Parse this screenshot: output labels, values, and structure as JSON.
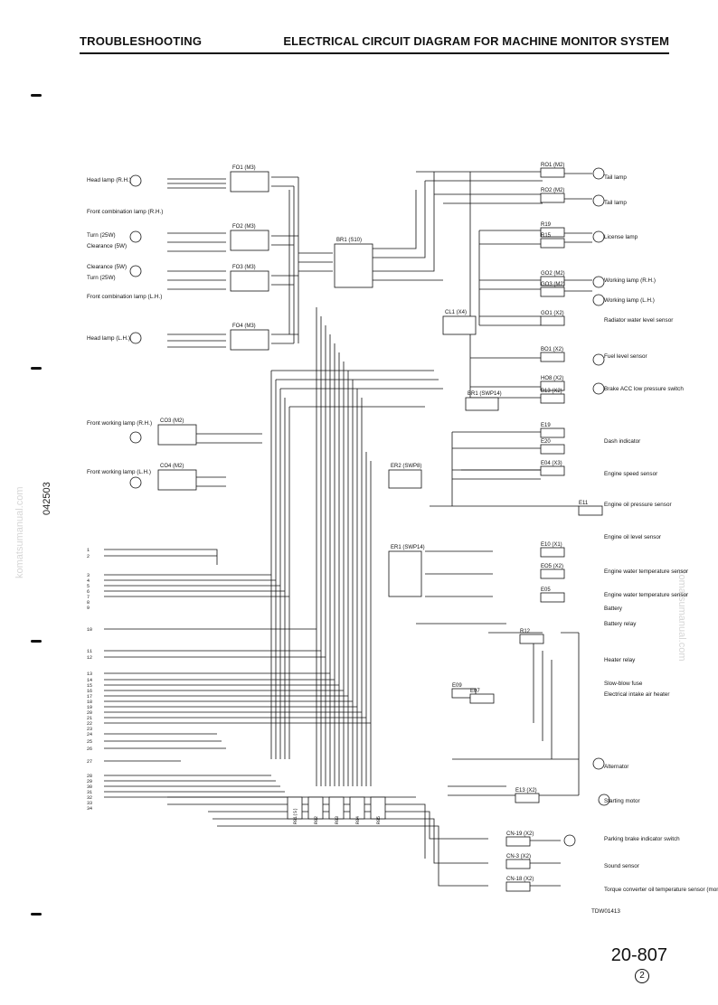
{
  "header": {
    "left": "TROUBLESHOOTING",
    "right": "ELECTRICAL CIRCUIT DIAGRAM FOR MACHINE MONITOR SYSTEM"
  },
  "side": {
    "left_code": "042503",
    "watermark": "komatsumanual.com"
  },
  "footer": {
    "page": "20-807",
    "revision": "2",
    "drawing_no": "TDW01413"
  },
  "connectors": {
    "left": [
      "FO1 (M3)",
      "FO2 (M3)",
      "FO3 (M3)",
      "FO4 (M3)",
      "CO3 (M2)",
      "CO4 (M2)"
    ],
    "center": [
      "BR1 (S10)",
      "CL1 (X4)",
      "BR1 (SWP14)",
      "ER2 (SWP8)",
      "ER1 (SWP14)"
    ],
    "right": [
      "RO1 (M2)",
      "RO2 (M2)",
      "R19",
      "R15",
      "GO2 (M2)",
      "GO3 (M2)",
      "GO1 (X2)",
      "BO1 (X2)",
      "HO8 (X2)",
      "B13 (X2)",
      "E19",
      "E20",
      "E04 (X3)",
      "E11",
      "E10 (X1)",
      "EO5 (X2)",
      "E05",
      "R12",
      "E09",
      "E07",
      "E13 (X2)",
      "CN-19 (X2)",
      "CN-3 (X2)",
      "CN-18 (X2)"
    ]
  },
  "components": {
    "left": [
      "Head lamp (R.H.)",
      "Front combination lamp (R.H.)",
      "Turn (25W)",
      "Clearance (5W)",
      "Clearance (5W)",
      "Turn (25W)",
      "Front combination lamp (L.H.)",
      "Head lamp (L.H.)",
      "Front working lamp (R.H.)",
      "Front working lamp (L.H.)"
    ],
    "right": [
      "Tail lamp",
      "Tail lamp",
      "License lamp",
      "Working lamp (R.H.)",
      "Working lamp (L.H.)",
      "Radiator water level sensor",
      "Fuel level sensor",
      "Brake ACC low pressure switch",
      "Dash indicator",
      "Engine speed sensor",
      "Engine oil pressure sensor",
      "Engine oil level sensor",
      "Engine water temperature sensor",
      "Engine water temperature sensor",
      "Battery",
      "Battery relay",
      "Heater relay",
      "Electrical intake air heater",
      "Slow-blow fuse",
      "Alternator",
      "Starting motor",
      "Parking brake indicator switch",
      "Sound sensor",
      "Torque converter oil temperature sensor (monitor)"
    ]
  },
  "left_terminals": [
    "1",
    "2",
    "3",
    "4",
    "5",
    "6",
    "7",
    "8",
    "9",
    "10",
    "11",
    "12",
    "13",
    "14",
    "15",
    "16",
    "17",
    "18",
    "19",
    "20",
    "21",
    "22",
    "23",
    "24",
    "25",
    "26",
    "27",
    "28",
    "29",
    "30",
    "31",
    "32",
    "33",
    "34"
  ],
  "bottom_connectors": [
    "R01(S)",
    "R02",
    "R03",
    "R04",
    "R05"
  ]
}
